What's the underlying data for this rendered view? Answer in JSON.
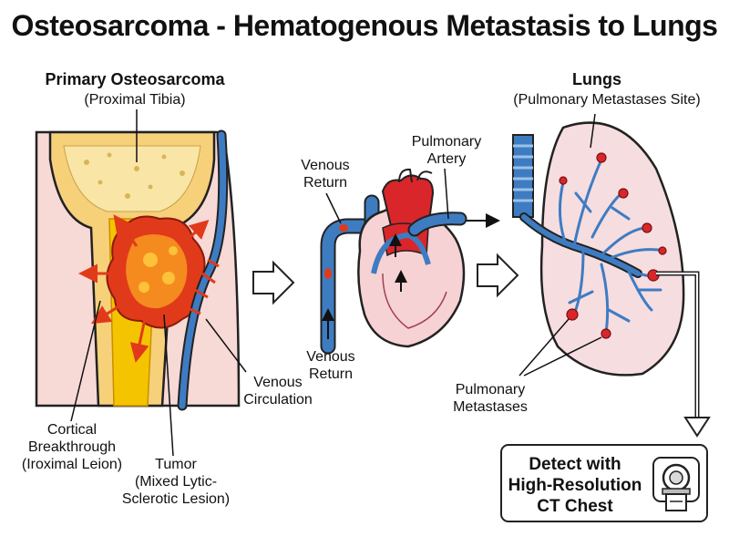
{
  "title": "Osteosarcoma - Hematogenous Metastasis to Lungs",
  "bone": {
    "heading": "Primary Osteosarcoma",
    "subheading": "(Proximal Tibia)",
    "cortical_label": [
      "Cortical",
      "Breakthrough",
      "(Iroximal Leion)"
    ],
    "tumor_label": [
      "Tumor",
      "(Mixed Lytic-",
      "Sclerotic Lesion)"
    ],
    "venous_circ_label": [
      "Venous",
      "Circulation"
    ]
  },
  "heart": {
    "venous_return_top": [
      "Venous",
      "Return"
    ],
    "venous_return_bottom": [
      "Venous",
      "Return"
    ],
    "pulmonary_artery_label": [
      "Pulmonary",
      "Artery"
    ]
  },
  "lungs": {
    "heading": "Lungs",
    "subheading": "(Pulmonary Metastases Site)",
    "metastases_label": [
      "Pulmonary",
      "Metastases"
    ]
  },
  "ct_box": {
    "lines": [
      "Detect with",
      "High-Resolution",
      "CT Chest"
    ],
    "icon": "ct-scanner-icon"
  },
  "colors": {
    "bone_cortex": "#f7d07a",
    "marrow": "#f5c400",
    "tumor_red": "#e03a1a",
    "tumor_orange": "#f58a1f",
    "vein_blue": "#3e7cc2",
    "skin_pink": "#f7d9d6",
    "lung_pink": "#f6dde0",
    "heart_red": "#d9262a"
  }
}
